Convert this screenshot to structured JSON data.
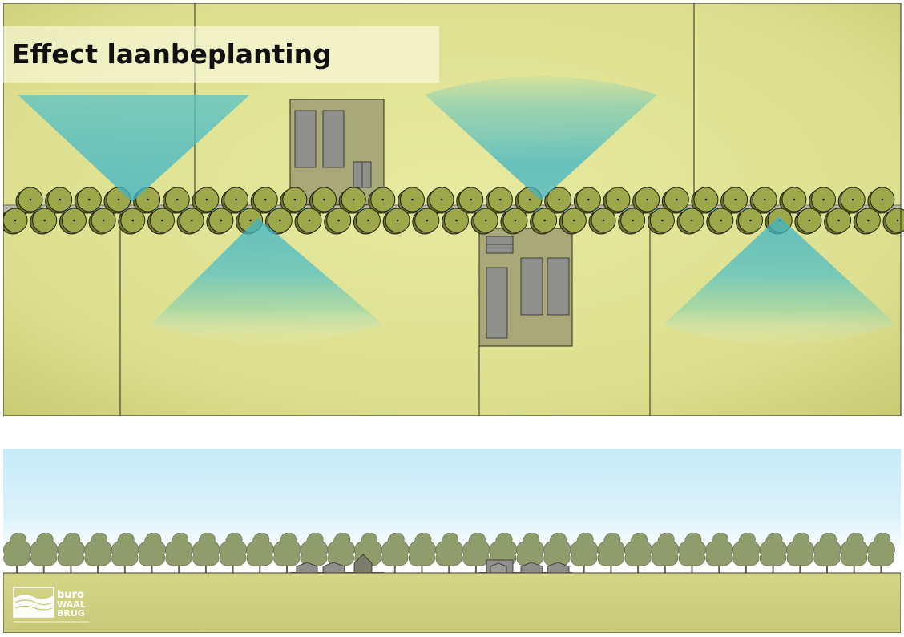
{
  "title": "Effect laanbeplanting",
  "logo": {
    "line1": "buro",
    "line2": "WAAL",
    "line3": "BRUG"
  },
  "colors": {
    "field": "#dfe293",
    "field_edge": "#cacb74",
    "tree_canopy": "#9ca84a",
    "tree_shadow": "#6e7436",
    "view_cone": "#46b7c6",
    "building": "#a8a878",
    "building_roof": "#8f8f8c",
    "road": "#b9b9a6",
    "sightline": "#3fb8e8",
    "sky": "#c6ecf8",
    "section_tree": "#8f9c6c",
    "ground": "#cfd07f"
  },
  "icons": {
    "tree": "tree-icon",
    "building": "building-icon",
    "view_cone": "view-cone",
    "sightline_arrow": "arrow-icon"
  }
}
